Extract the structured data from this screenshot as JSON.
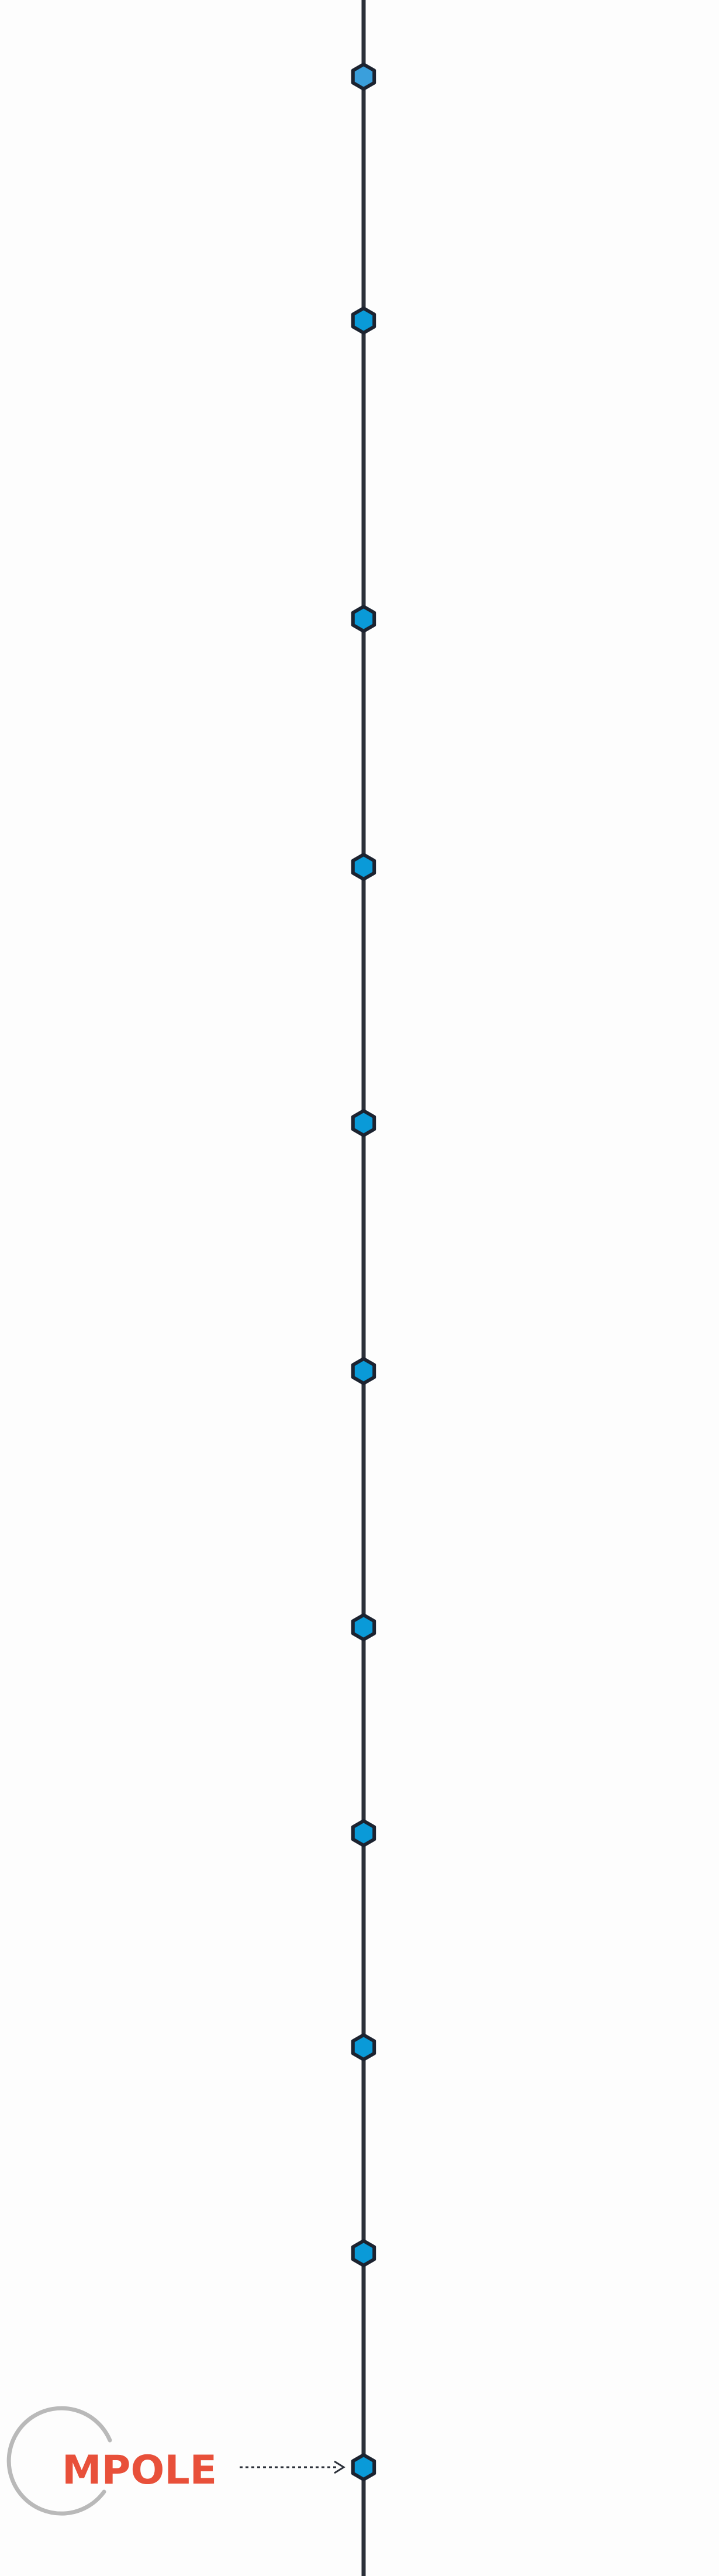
{
  "logo": {
    "text": "MPOLE",
    "text_color": "#e8503a",
    "ring_color": "#b9b9b9"
  },
  "timeline": {
    "line_color": "#2b3039",
    "node_fill": "#0a9ad8",
    "first_node_fill": "#3a9fdc",
    "node_stroke": "#1c2330",
    "node_count": 11
  },
  "pointer": {
    "style": "dotted-arrow",
    "color": "#2b3039"
  }
}
